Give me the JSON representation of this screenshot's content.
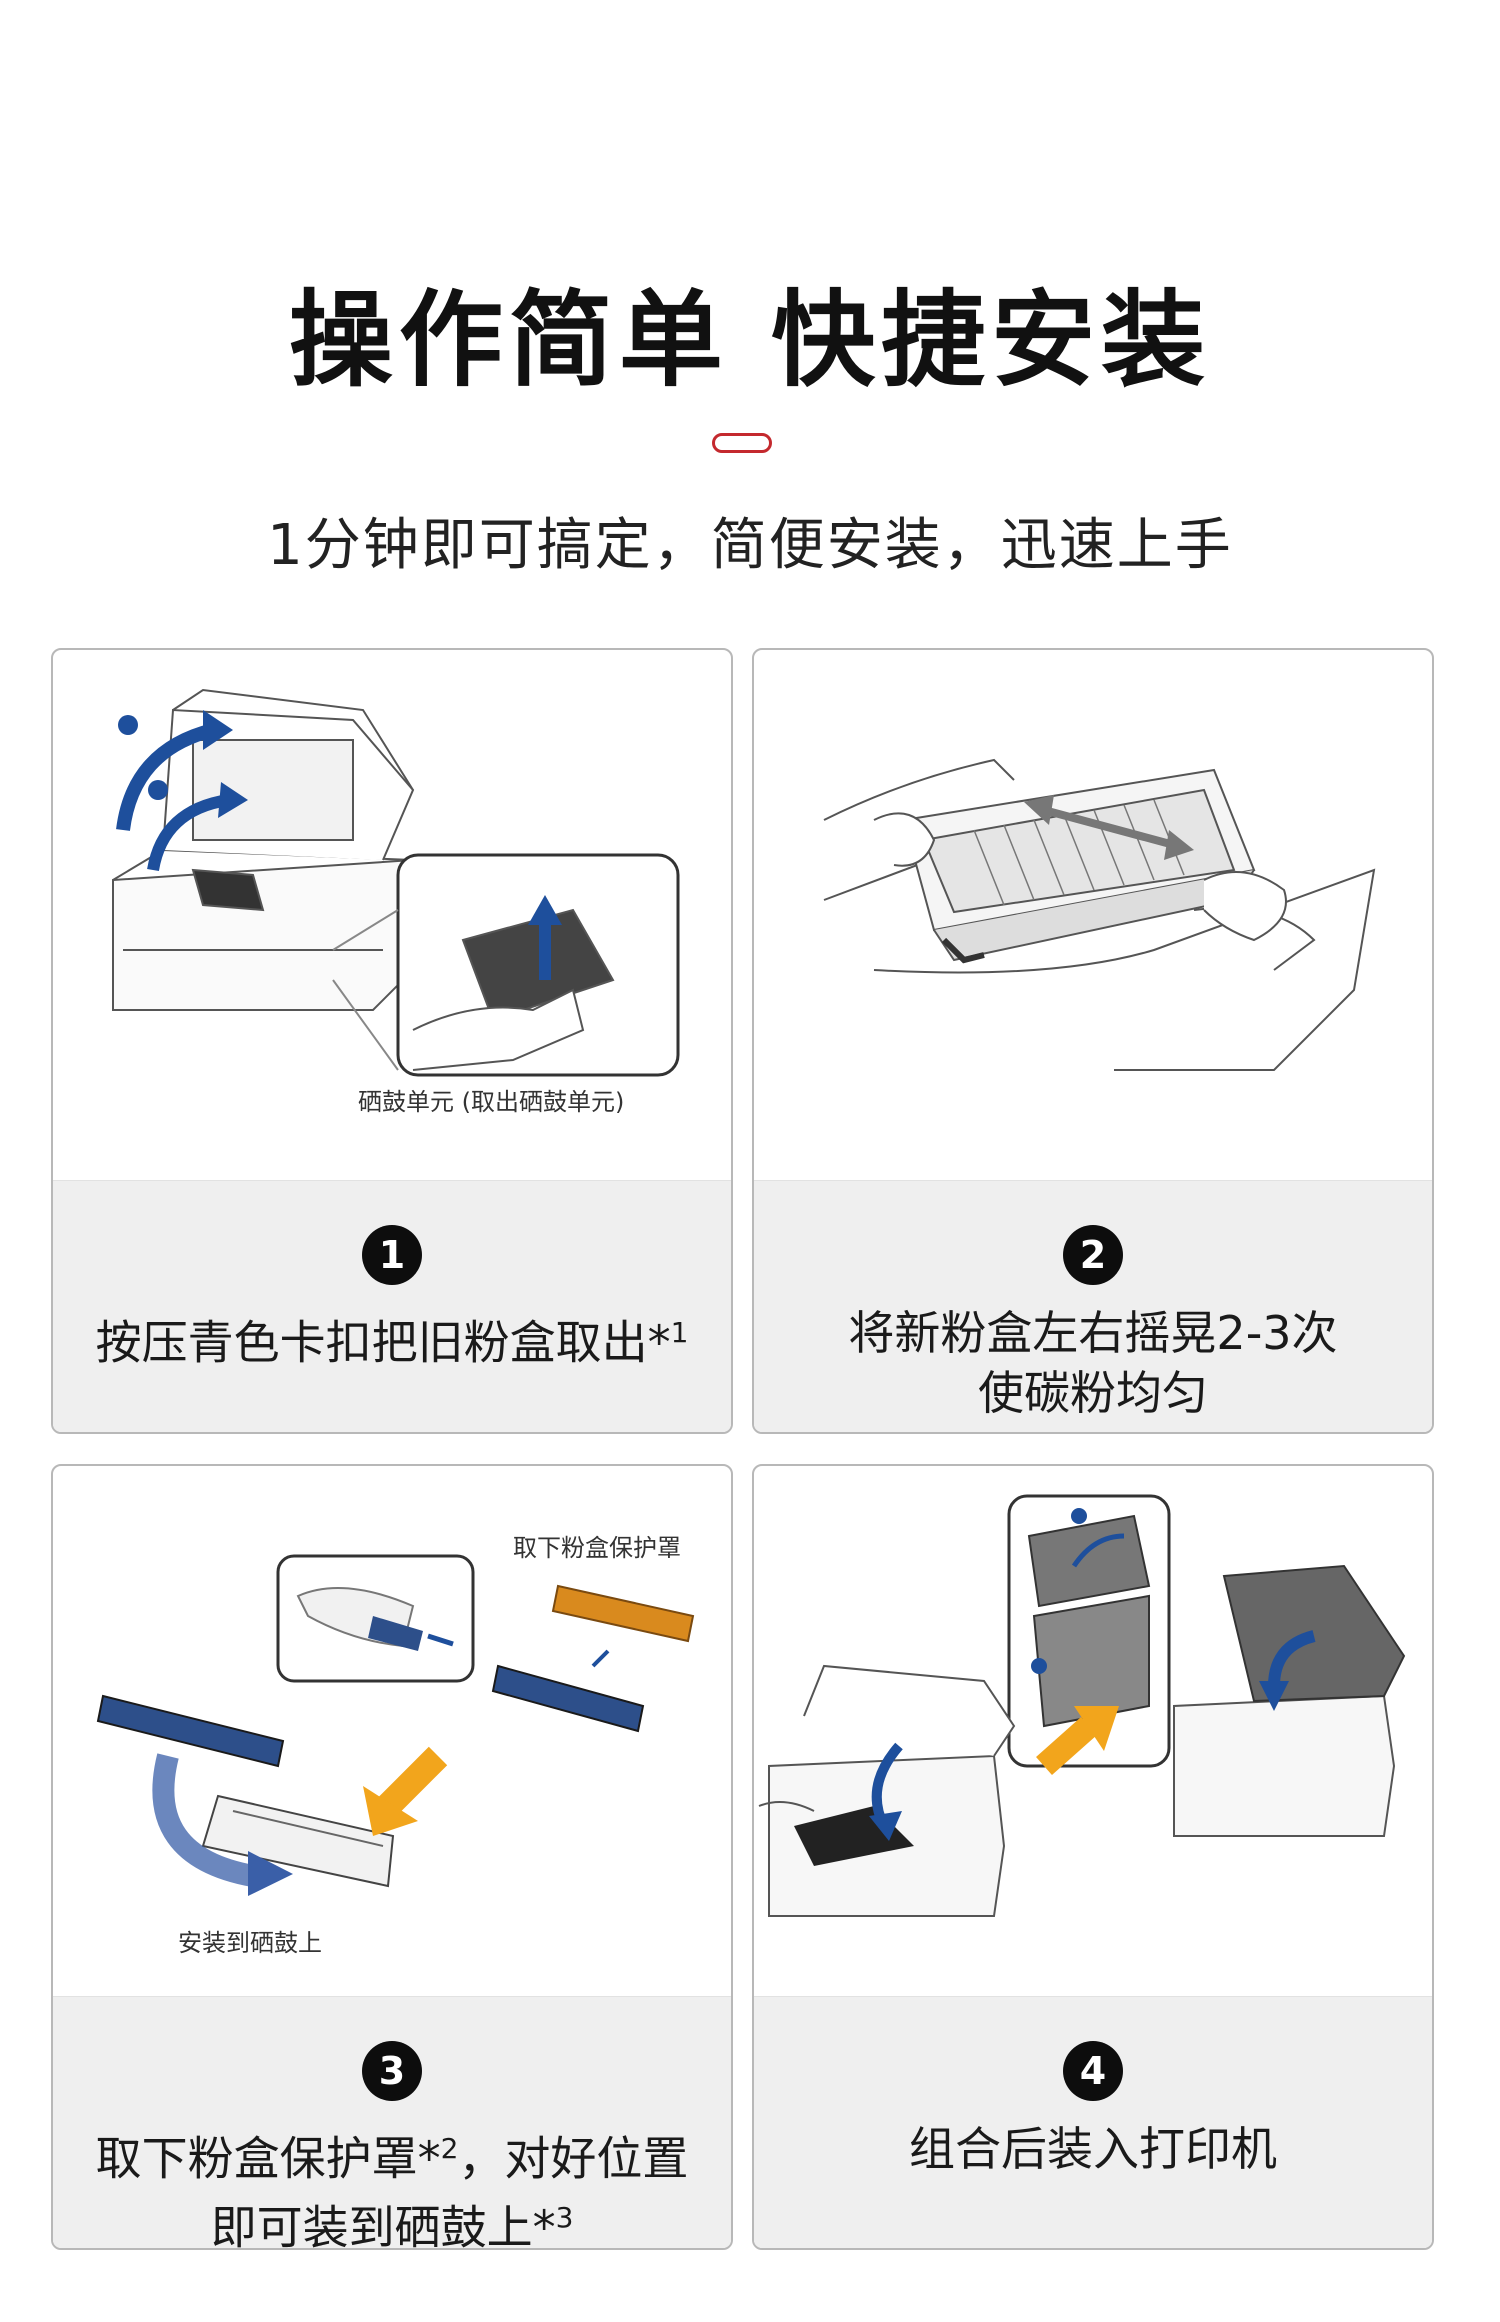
{
  "header": {
    "title": "操作简单 快捷安装",
    "subtitle": "1分钟即可搞定，简便安装，迅速上手"
  },
  "steps": [
    {
      "number": "1",
      "text_main": "按压青色卡扣把旧粉盒取出*",
      "text_sup": "1",
      "line2": "",
      "illustration_label": "硒鼓单元 (取出硒鼓单元)"
    },
    {
      "number": "2",
      "text_main": "将新粉盒左右摇晃2-3次",
      "text_sup": "",
      "line2": "使碳粉均匀"
    },
    {
      "number": "3",
      "text_main": "取下粉盒保护罩*",
      "text_sup": "2",
      "text_after": "，对好位置",
      "line2": "即可装到硒鼓上*",
      "line2_sup": "3",
      "illustration_label_top": "取下粉盒保护罩",
      "illustration_label_bottom": "安装到硒鼓上"
    },
    {
      "number": "4",
      "text_main": "组合后装入打印机",
      "text_sup": "",
      "line2": ""
    }
  ],
  "colors": {
    "accent": "#c4292e",
    "arrow_blue": "#1e4f9c",
    "arrow_orange": "#f2a51c",
    "caption_bg": "#efefef"
  }
}
